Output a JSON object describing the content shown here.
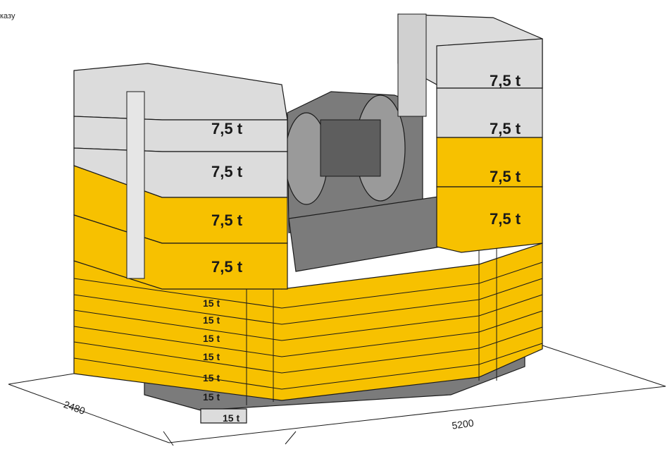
{
  "corner_note": "казу",
  "left_tower": {
    "labels": [
      "7,5 t",
      "7,5 t",
      "7,5 t",
      "7,5 t"
    ]
  },
  "right_tower": {
    "labels": [
      "7,5 t",
      "7,5 t",
      "7,5 t",
      "7,5 t"
    ]
  },
  "base": {
    "labels": [
      "15 t",
      "15 t",
      "15 t",
      "15 t",
      "15 t",
      "15 t",
      "15 t"
    ]
  },
  "dimensions": {
    "width": "2480",
    "length": "5200"
  },
  "colors": {
    "ballast_yellow": "#f7c100",
    "ballast_grey": "#dcdcdc",
    "winch_grey": "#7b7b7b"
  }
}
